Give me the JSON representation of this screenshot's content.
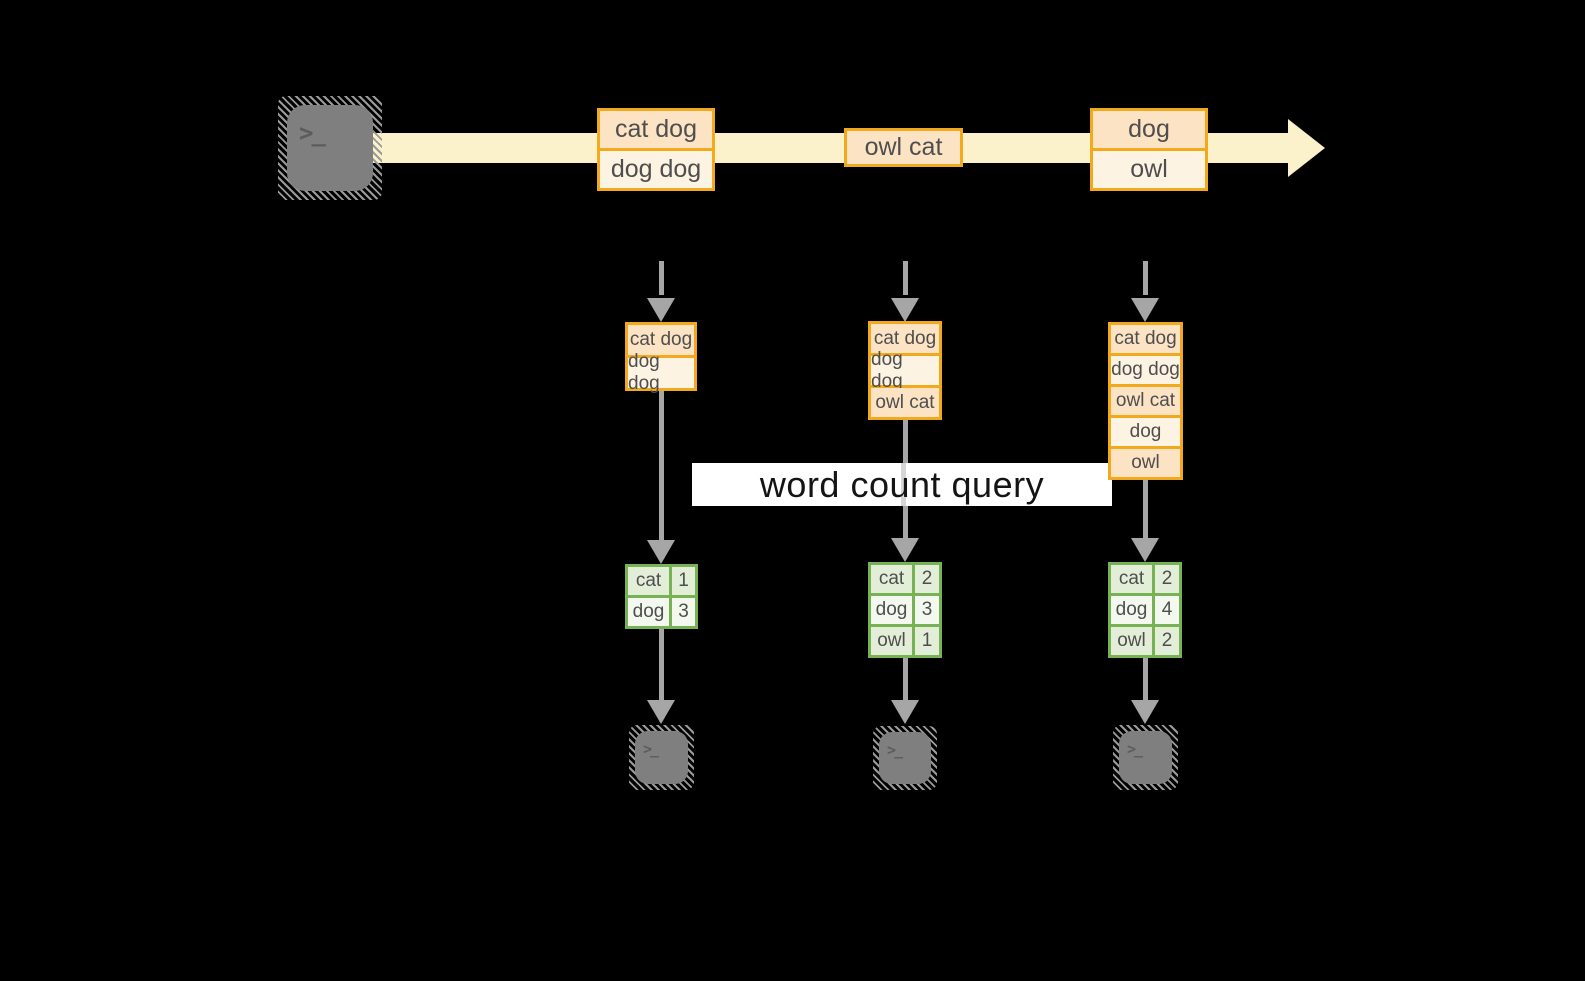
{
  "banner": {
    "label": "word count query"
  },
  "stream": {
    "events": [
      {
        "lines": [
          "cat dog",
          "dog dog"
        ]
      },
      {
        "lines": [
          "owl cat"
        ]
      },
      {
        "lines": [
          "dog",
          "owl"
        ]
      }
    ]
  },
  "columns": [
    {
      "buffer": [
        "cat dog",
        "dog dog"
      ],
      "counts": [
        {
          "word": "cat",
          "count": "1"
        },
        {
          "word": "dog",
          "count": "3"
        }
      ]
    },
    {
      "buffer": [
        "cat dog",
        "dog dog",
        "owl cat"
      ],
      "counts": [
        {
          "word": "cat",
          "count": "2"
        },
        {
          "word": "dog",
          "count": "3"
        },
        {
          "word": "owl",
          "count": "1"
        }
      ]
    },
    {
      "buffer": [
        "cat dog",
        "dog dog",
        "owl cat",
        "dog",
        "owl"
      ],
      "counts": [
        {
          "word": "cat",
          "count": "2"
        },
        {
          "word": "dog",
          "count": "4"
        },
        {
          "word": "owl",
          "count": "2"
        }
      ]
    }
  ],
  "icons": {
    "prompt_glyph": ">_"
  },
  "colors": {
    "background": "#000000",
    "stream_band": "#fbf1ca",
    "event_border": "#f2a91c",
    "event_fill_dark": "#fbe3c4",
    "event_fill_light": "#fdf3e3",
    "table_border": "#77b254",
    "table_fill_dark": "#e3eed9",
    "table_fill_light": "#f3f9ee",
    "arrow_gray": "#a6a6a6",
    "banner_bg": "#ffffff"
  }
}
